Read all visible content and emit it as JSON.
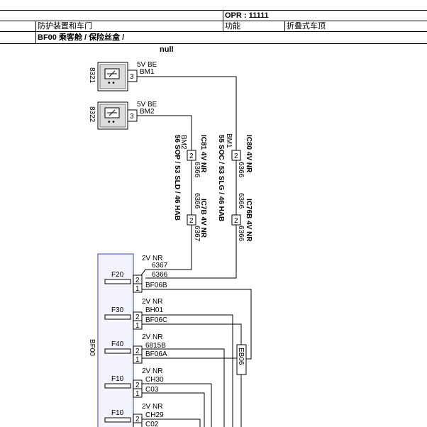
{
  "header": {
    "opr_label": "OPR : 11111",
    "group": "防护装置和车门",
    "function_label": "功能",
    "function_value": "折叠式车顶",
    "subtitle": "BF00 乘客舱 / 保险丝盒 /",
    "null_label": "null"
  },
  "components": [
    {
      "id": "8321",
      "voltage": "5V  BE",
      "wire": "BM1",
      "pin": "3"
    },
    {
      "id": "8322",
      "voltage": "5V  BE",
      "wire": "BM2",
      "pin": "3"
    }
  ],
  "connectors": {
    "col1": {
      "top_code": "BM2",
      "top_pin": "2",
      "top_wire": "6366",
      "label_top": "IC81 4V NR",
      "mid_wire": "6366",
      "mid_pin": "2",
      "mid_wire2": "6367",
      "label_bottom": "IC7B 4V NR",
      "vertical_label": "56 SOP / 53 SLD / 46 HAB"
    },
    "col2": {
      "top_code": "BM1",
      "top_pin": "2",
      "top_wire": "6366",
      "label_top": "IC80 4V NR",
      "mid_wire": "6366",
      "mid_pin": "2",
      "mid_wire2": "6366",
      "label_bottom": "IC76B 4V NR",
      "vertical_label": "55 SOC / 53 SLG / 46 HAB"
    }
  },
  "fusebox": {
    "name": "BF00",
    "fuses": [
      {
        "label": "F20",
        "conn": "2V  NR",
        "w1": "6367",
        "w2": "6366",
        "w3": "BF06B"
      },
      {
        "label": "F30",
        "conn": "2V  NR",
        "w1": "BH01",
        "w2": "BF06C"
      },
      {
        "label": "F40",
        "conn": "2V  NR",
        "w1": "6815B",
        "w2": "BF06A"
      },
      {
        "label": "F10",
        "conn": "2V  NR",
        "w1": "CH30",
        "w2": "C03"
      },
      {
        "label": "F10",
        "conn": "2V  NR",
        "w1": "CH29",
        "w2": "C02"
      }
    ]
  },
  "side_connector": "EB06",
  "colors": {
    "fusebox_border": "#7b7bd8",
    "line": "#000000",
    "component_fill": "#dcdcdc"
  }
}
